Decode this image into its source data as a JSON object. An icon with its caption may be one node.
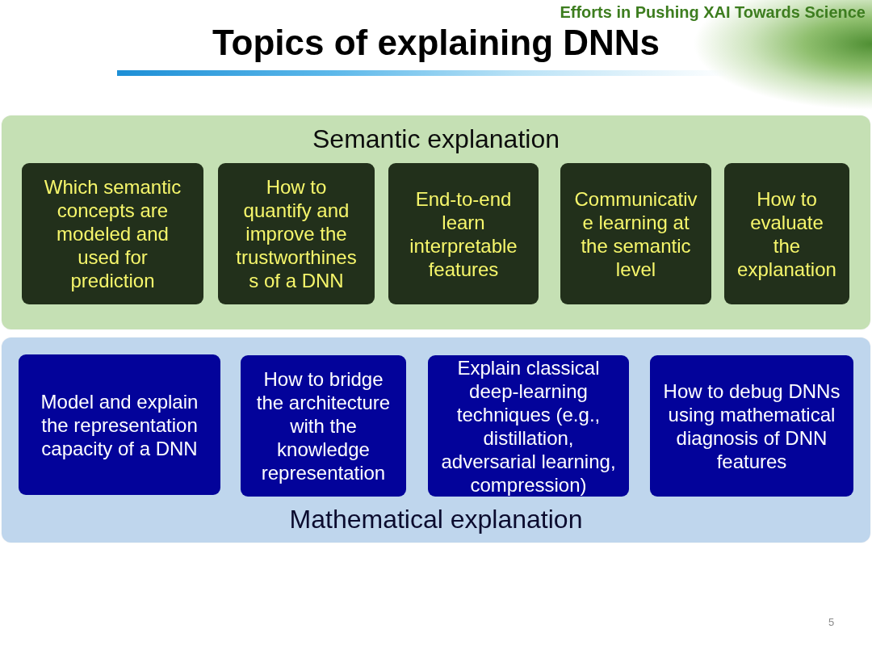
{
  "diagram": {
    "title": "Topics of explaining DNNs",
    "nodes": [
      {
        "text": [
          "Semantic explanation"
        ]
      },
      {
        "text": [
          "Which semantic concepts are modeled and used for prediction"
        ],
        "in": 0
      },
      {
        "text": [
          "How to quantify and improve the trustworthines s of a DNN"
        ],
        "in": 0
      },
      {
        "text": [
          "End-to-end learn interpretable features"
        ],
        "in": 0
      },
      {
        "text": [
          "Communicativ e learning at the semantic level"
        ],
        "in": 0
      },
      {
        "text": [
          "How to evaluate the explanation"
        ],
        "in": 0
      },
      {
        "text": [
          "Mathematical explanation"
        ]
      },
      {
        "text": [
          "Model and explain the representation capacity of a DNN"
        ],
        "in": 6
      },
      {
        "text": [
          "How to bridge the architecture with the knowledge representation"
        ],
        "in": 6
      },
      {
        "text": [
          "Explain classical deep-learning techniques (e.g., distillation, adversarial learning, compression)"
        ],
        "in": 6
      },
      {
        "text": [
          "How to debug DNNs using mathematical diagnosis of DNN features"
        ],
        "in": 6
      }
    ],
    "labels": [
      "Efforts in Pushing XAI Towards Science",
      "5"
    ]
  }
}
